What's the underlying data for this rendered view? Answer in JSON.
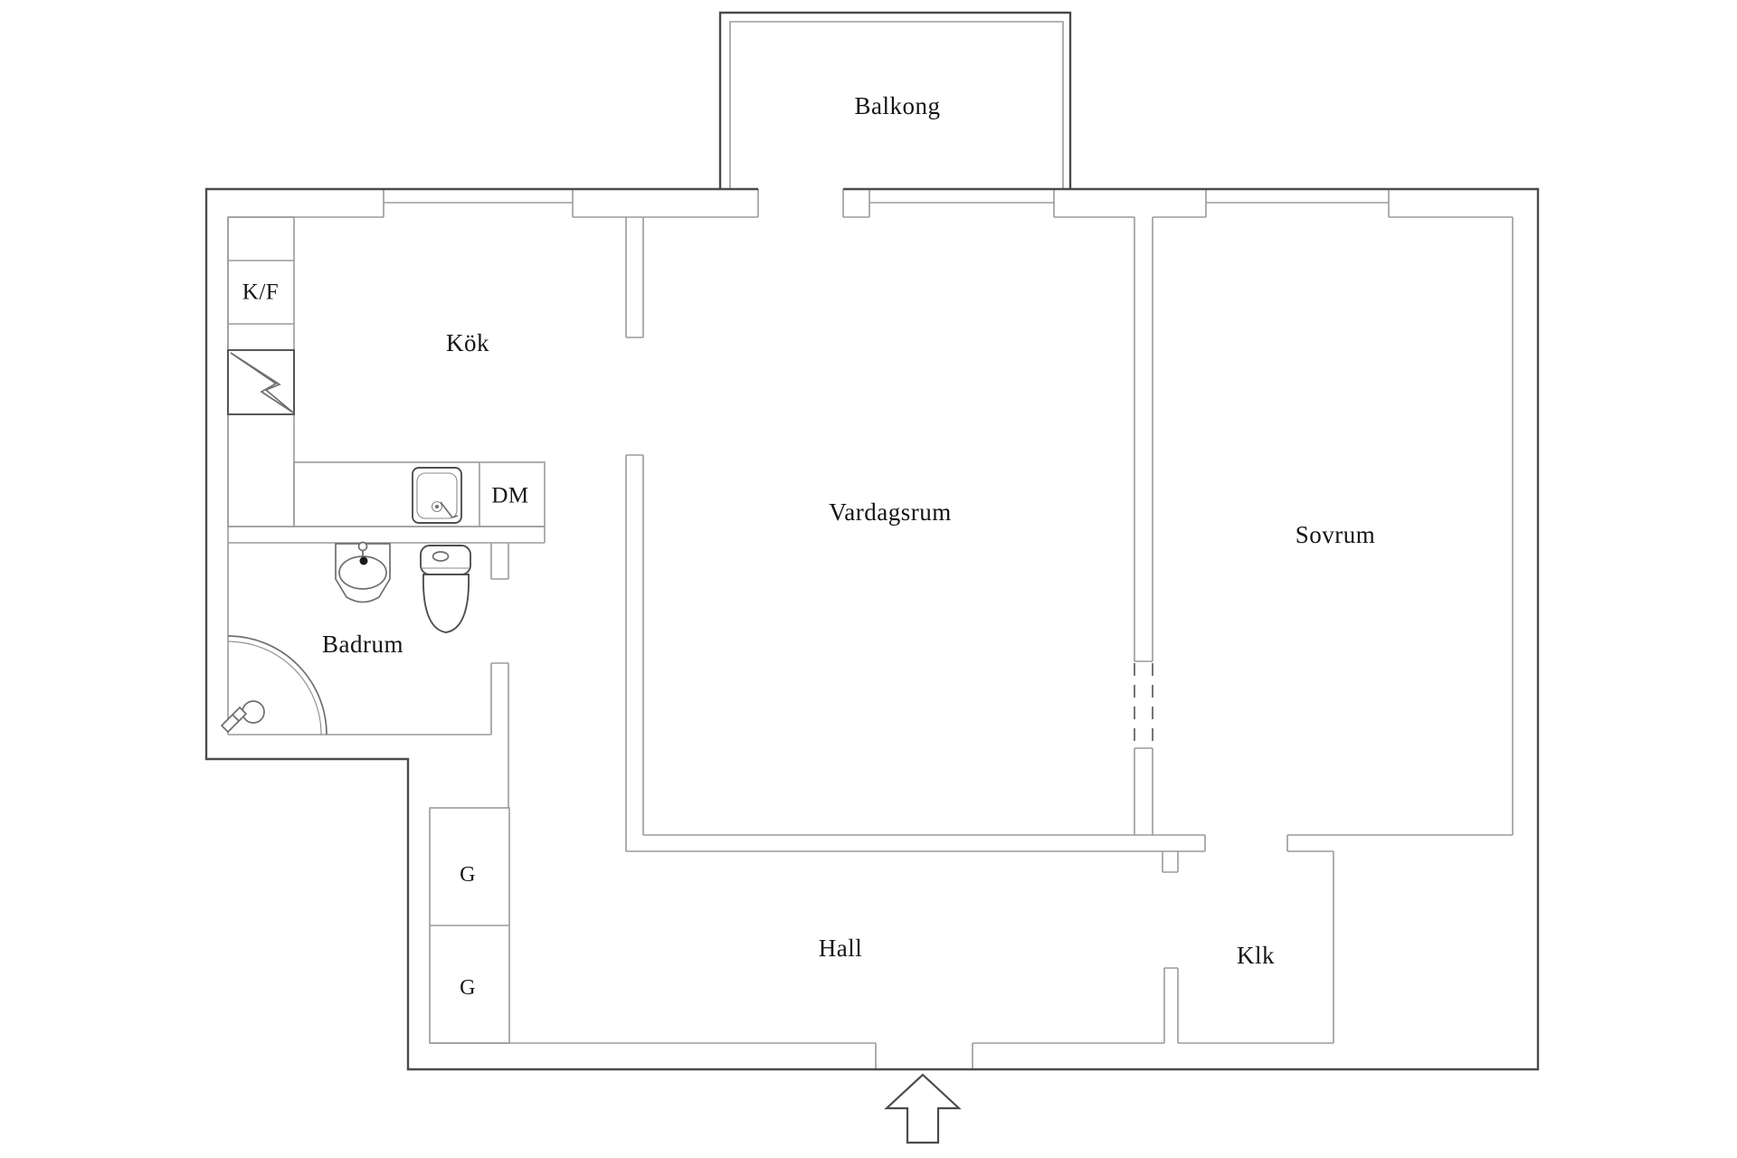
{
  "document": {
    "type": "apartment-floor-plan"
  },
  "colors": {
    "background": "#ffffff",
    "outer_wall": "#4b4b4b",
    "inner_wall": "#9b9b9b",
    "fixture_line": "#6f6f6f",
    "label_text": "#141414"
  },
  "rooms": {
    "balkong": {
      "label": "Balkong"
    },
    "kok": {
      "label": "Kök"
    },
    "vardagsrum": {
      "label": "Vardagsrum"
    },
    "sovrum": {
      "label": "Sovrum"
    },
    "badrum": {
      "label": "Badrum"
    },
    "hall": {
      "label": "Hall"
    },
    "klk": {
      "label": "Klk"
    }
  },
  "fixtures": {
    "fridge_freezer": {
      "label": "K/F"
    },
    "dishwasher": {
      "label": "DM"
    },
    "wardrobe_upper": {
      "label": "G"
    },
    "wardrobe_lower": {
      "label": "G"
    }
  }
}
